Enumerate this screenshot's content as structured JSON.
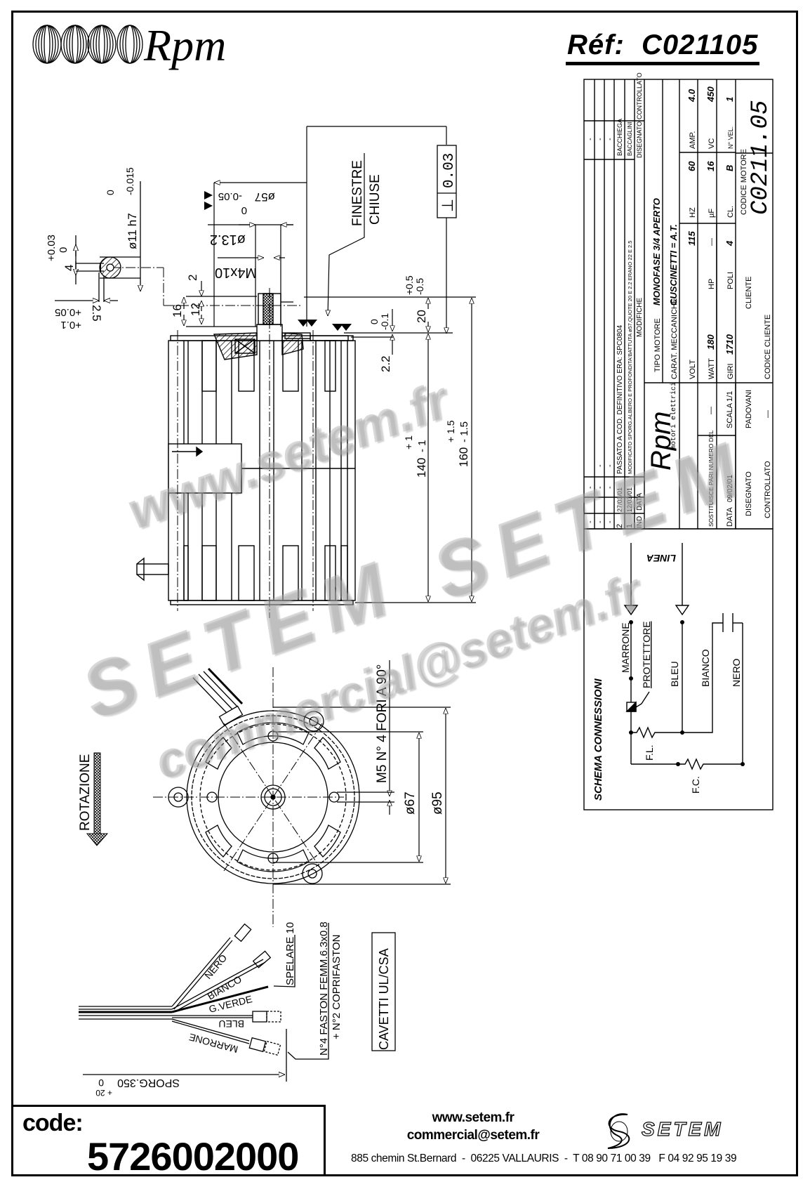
{
  "header": {
    "brand": "Rpm",
    "reference_label": "Réf:",
    "reference_value": "C021105"
  },
  "side_view": {
    "shaft_section": {
      "flat": "4",
      "flat_tol_upper": "+0.03",
      "flat_tol_lower": "0",
      "depth": "2.5",
      "depth_tol_upper": "+0.1",
      "depth_tol_lower": "+0.05",
      "diameter": "ø11 h7",
      "diameter_tol_upper": "0",
      "diameter_tol_lower": "-0.015"
    },
    "spigot_diameter": "ø57",
    "spigot_tol_upper": "0",
    "spigot_tol_lower": "-0.05",
    "hub_diameter": "ø13.2",
    "thread": "M4x10",
    "dim_2": "2",
    "dim_12": "12",
    "dim_16": "16",
    "note_line1": "FINESTRE",
    "note_line2": "CHIUSE",
    "perpendicularity_symbol": "⊥",
    "perpendicularity_value": "0.03",
    "dim_20": "20",
    "dim_20_tol_upper": "+0.5",
    "dim_20_tol_lower": "-0.5",
    "dim_flange_tol_upper": "0",
    "dim_flange_tol_lower": "-0.1",
    "dim_2_2": "2.2",
    "dim_140": "140",
    "dim_140_tol_upper": "+ 1",
    "dim_140_tol_lower": "- 1",
    "dim_160": "160",
    "dim_160_tol_upper": "+ 1.5",
    "dim_160_tol_lower": "- 1.5"
  },
  "front_view": {
    "rotation_label": "ROTAZIONE",
    "holes_note": "M5 N° 4 FORI A 90°",
    "dim_67": "ø67",
    "dim_95": "ø95"
  },
  "cables": {
    "wires": [
      "NERO",
      "BIANCO",
      "G.VERDE",
      "BLEU",
      "MARRONE"
    ],
    "strip_note": "SPELARE 10",
    "faston_note_line1": "N°4 FASTON FEMM.6.3x0.8",
    "faston_note_line2": "+ N°2 COPRIFASTON",
    "cable_type": "CAVETTI UL/CSA",
    "length_label": "SPORG.350",
    "length_tol_upper": "+ 20",
    "length_tol_lower": "0"
  },
  "title_block": {
    "revisions": {
      "headers": [
        "IND",
        "DATA",
        "MODIFICHE",
        "DISEGNATO",
        "CONTROLLATO"
      ],
      "rows": [
        {
          "ind": "2",
          "data": "27/03/01",
          "modifiche": "PASSATO A COD. DEFINITIVO ERA: SPC0804",
          "disegnato": "BACCHIEGA",
          "controllato": ""
        },
        {
          "ind": "1",
          "data": "12/03/01",
          "modifiche": "MODIFICATO SPORG.ALBERO E PROFONDITA'BATTUTA ø57,QUOTE 20 E 2.2 ERANO 22 E 2.5",
          "disegnato": "BACCAGLINI",
          "controllato": ""
        },
        {
          "ind": "-",
          "data": "-",
          "modifiche": "-",
          "disegnato": "-",
          "controllato": ""
        },
        {
          "ind": "-",
          "data": "-",
          "modifiche": "-",
          "disegnato": "-",
          "controllato": ""
        },
        {
          "ind": "-",
          "data": "-",
          "modifiche": "-",
          "disegnato": "-",
          "controllato": ""
        }
      ]
    },
    "company": {
      "name": "Rpm",
      "subtitle": "motori elettrici"
    },
    "tipo_motore_label": "TIPO MOTORE",
    "tipo_motore_value": "MONOFASE 3/4 APERTO",
    "carat_label": "CARAT. MECCANICHE",
    "carat_value": "CUSCINETTI = A.T.",
    "specs": [
      {
        "label": "VOLT",
        "value": "115"
      },
      {
        "label": "HZ",
        "value": "60"
      },
      {
        "label": "AMP.",
        "value": "4.0"
      },
      {
        "label": "WATT",
        "value": "180"
      },
      {
        "label": "HP",
        "value": "—"
      },
      {
        "label": "µF",
        "value": "16"
      },
      {
        "label": "VC",
        "value": "450"
      },
      {
        "label": "GIRI",
        "value": "1710"
      },
      {
        "label": "POLI",
        "value": "4"
      },
      {
        "label": "CL.",
        "value": "B"
      },
      {
        "label": "N° VEL.",
        "value": "1"
      }
    ],
    "sostituisce_label": "SOSTITUISCE PARI NUMERO DEL",
    "sostituisce_value": "—",
    "data_label": "DATA",
    "data_value": "09/02/01",
    "scala_label": "SCALA",
    "scala_value": "1/1",
    "disegnato_label": "DISEGNATO",
    "disegnato_value": "PADOVANI",
    "controllato_label": "CONTROLLATO",
    "controllato_value": "—",
    "cliente_label": "CLIENTE",
    "codice_cliente_label": "CODICE CLIENTE",
    "codice_motore_label": "CODICE MOTORE",
    "codice_motore_value": "C0211.05"
  },
  "schema": {
    "title": "SCHEMA CONNESSIONI",
    "linea_label": "LINEA",
    "labels": [
      "MARRONE",
      "PROTETTORE",
      "BLEU",
      "BIANCO",
      "NERO",
      "F.L.",
      "F.C."
    ]
  },
  "footer": {
    "code_label": "code:",
    "code_value": "5726002000",
    "website": "www.setem.fr",
    "email": "commercial@setem.fr",
    "address": "885 chemin St.Bernard  -  06225 VALLAURIS  -  T 08 90 71 00 39   F 04 92 95 19 39",
    "logo_text": "SETEM"
  },
  "watermarks": [
    "www.setem.fr",
    "SETEM",
    "SETEM",
    "commercial@setem.fr"
  ]
}
